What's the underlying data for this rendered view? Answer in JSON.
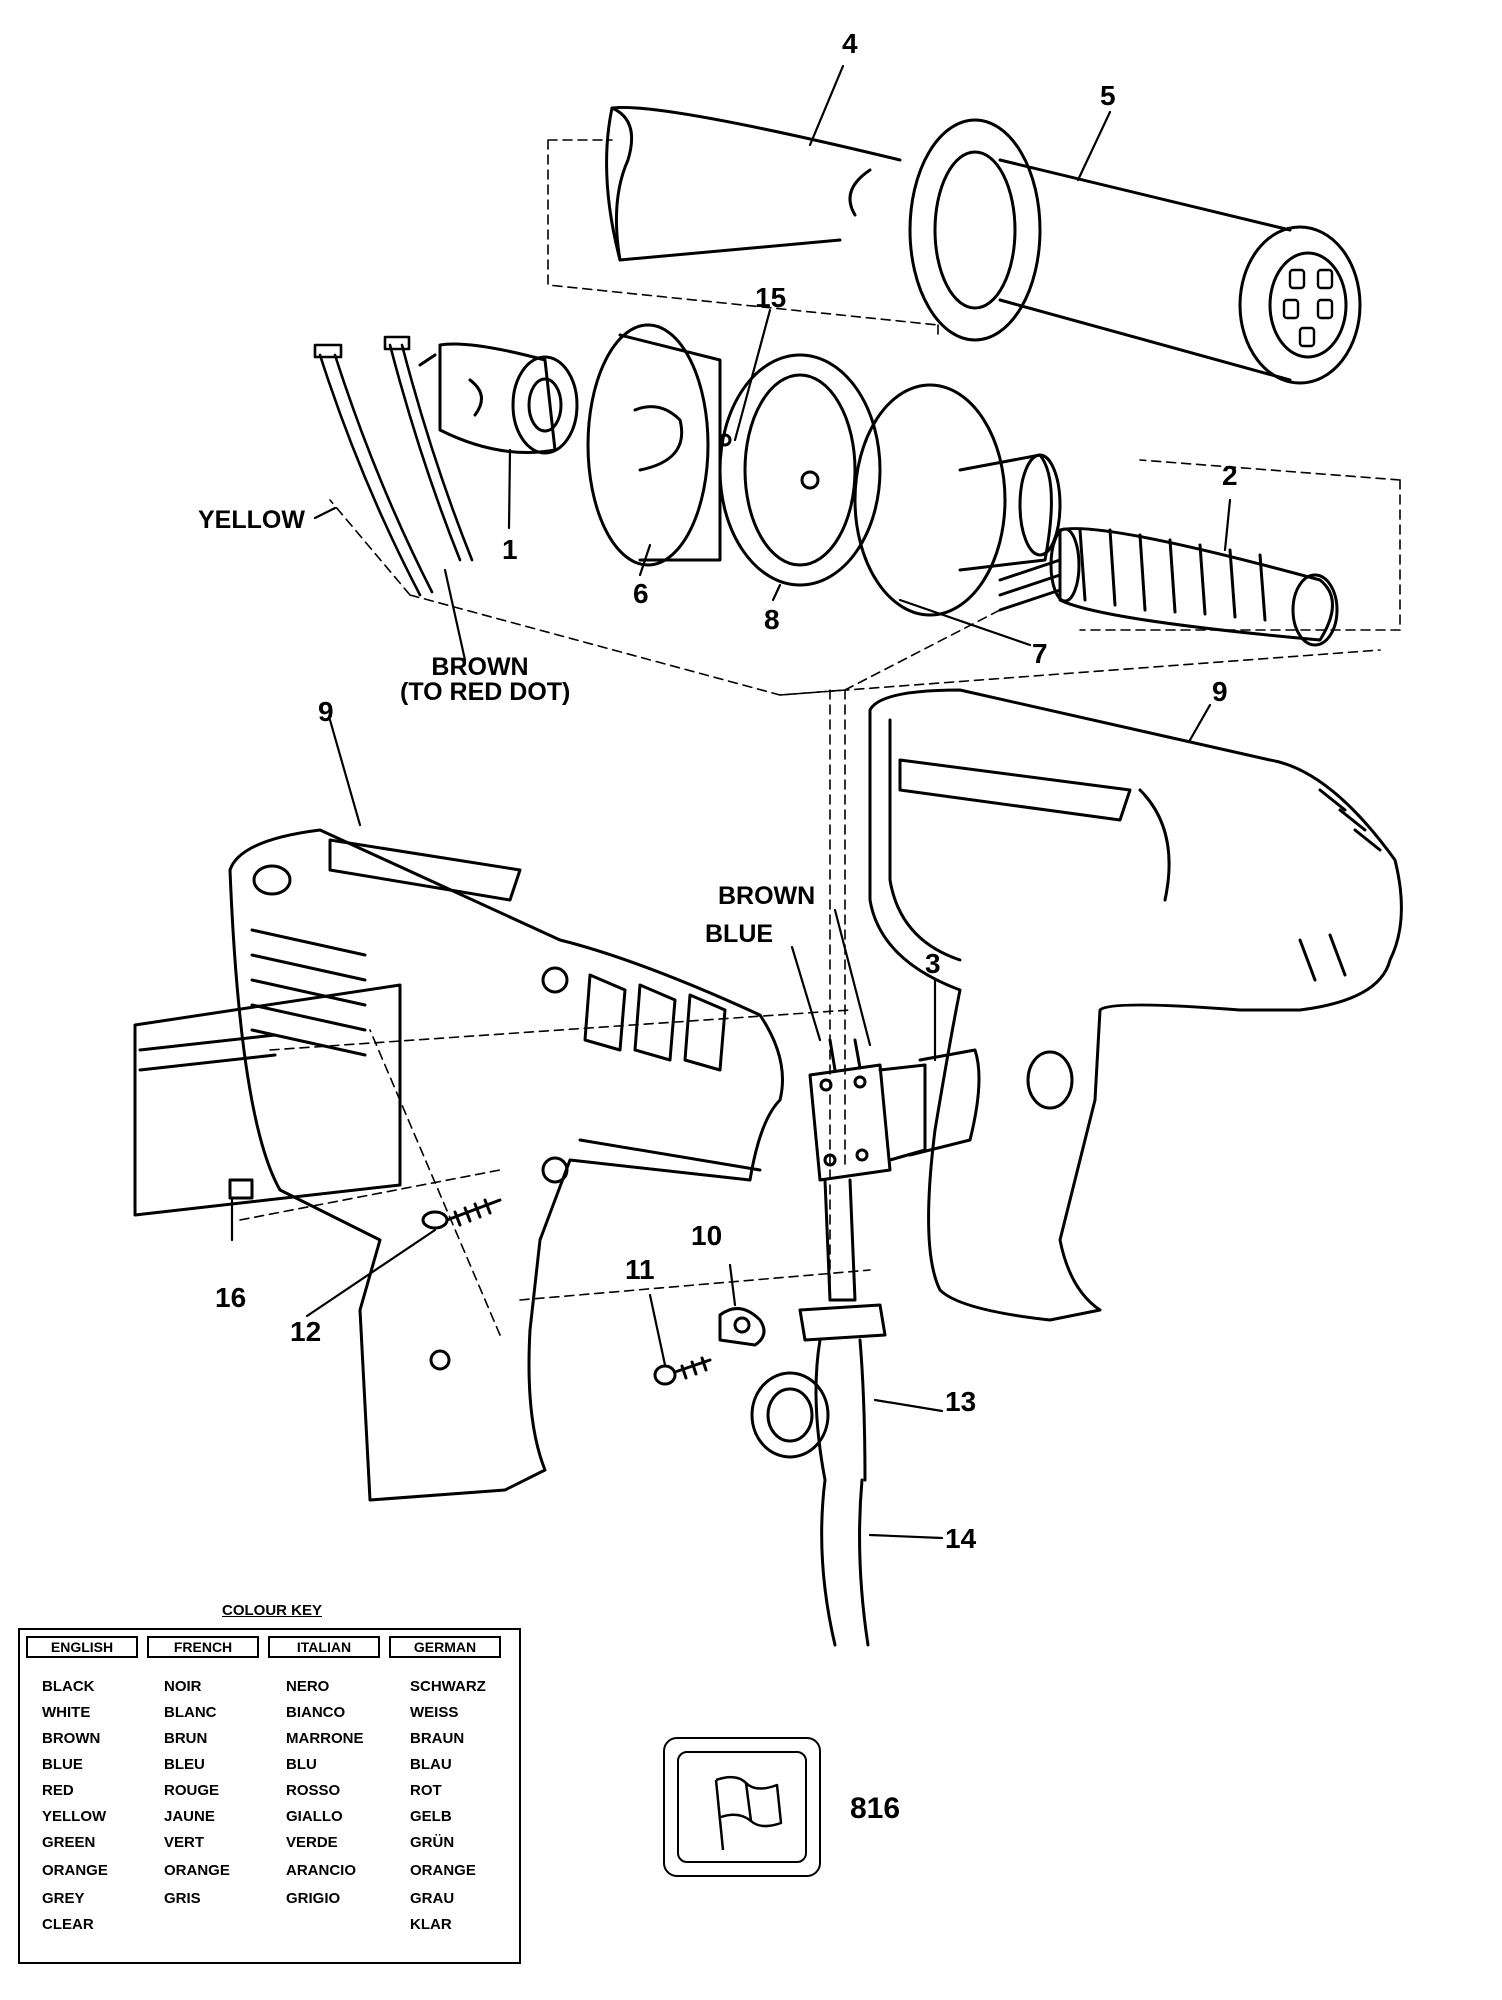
{
  "part_labels": {
    "p1": "1",
    "p2": "2",
    "p3": "3",
    "p4": "4",
    "p5": "5",
    "p6": "6",
    "p7": "7",
    "p8": "8",
    "p9a": "9",
    "p9b": "9",
    "p10": "10",
    "p11": "11",
    "p12": "12",
    "p13": "13",
    "p14": "14",
    "p15": "15",
    "p16": "16"
  },
  "wire_labels": {
    "yellow": "YELLOW",
    "brown_top": "BROWN",
    "to_red_dot": "(TO RED DOT)",
    "brown_switch": "BROWN",
    "blue_switch": "BLUE"
  },
  "colour_key": {
    "title": "COLOUR KEY",
    "headers": [
      "ENGLISH",
      "FRENCH",
      "ITALIAN",
      "GERMAN"
    ],
    "rows": [
      [
        "BLACK",
        "NOIR",
        "NERO",
        "SCHWARZ"
      ],
      [
        "WHITE",
        "BLANC",
        "BIANCO",
        "WEISS"
      ],
      [
        "BROWN",
        "BRUN",
        "MARRONE",
        "BRAUN"
      ],
      [
        "BLUE",
        "BLEU",
        "BLU",
        "BLAU"
      ],
      [
        "RED",
        "ROUGE",
        "ROSSO",
        "ROT"
      ],
      [
        "YELLOW",
        "JAUNE",
        "GIALLO",
        "GELB"
      ],
      [
        "GREEN",
        "VERT",
        "VERDE",
        "GRÜN"
      ],
      [
        "ORANGE",
        "ORANGE",
        "ARANCIO",
        "ORANGE"
      ],
      [
        "GREY",
        "GRIS",
        "GRIGIO",
        "GRAU"
      ],
      [
        "CLEAR",
        "",
        "",
        "KLAR"
      ]
    ]
  },
  "page_number": "816",
  "icons": {
    "flag": "flag-icon"
  },
  "colors": {
    "ink": "#000000",
    "paper": "#ffffff"
  }
}
